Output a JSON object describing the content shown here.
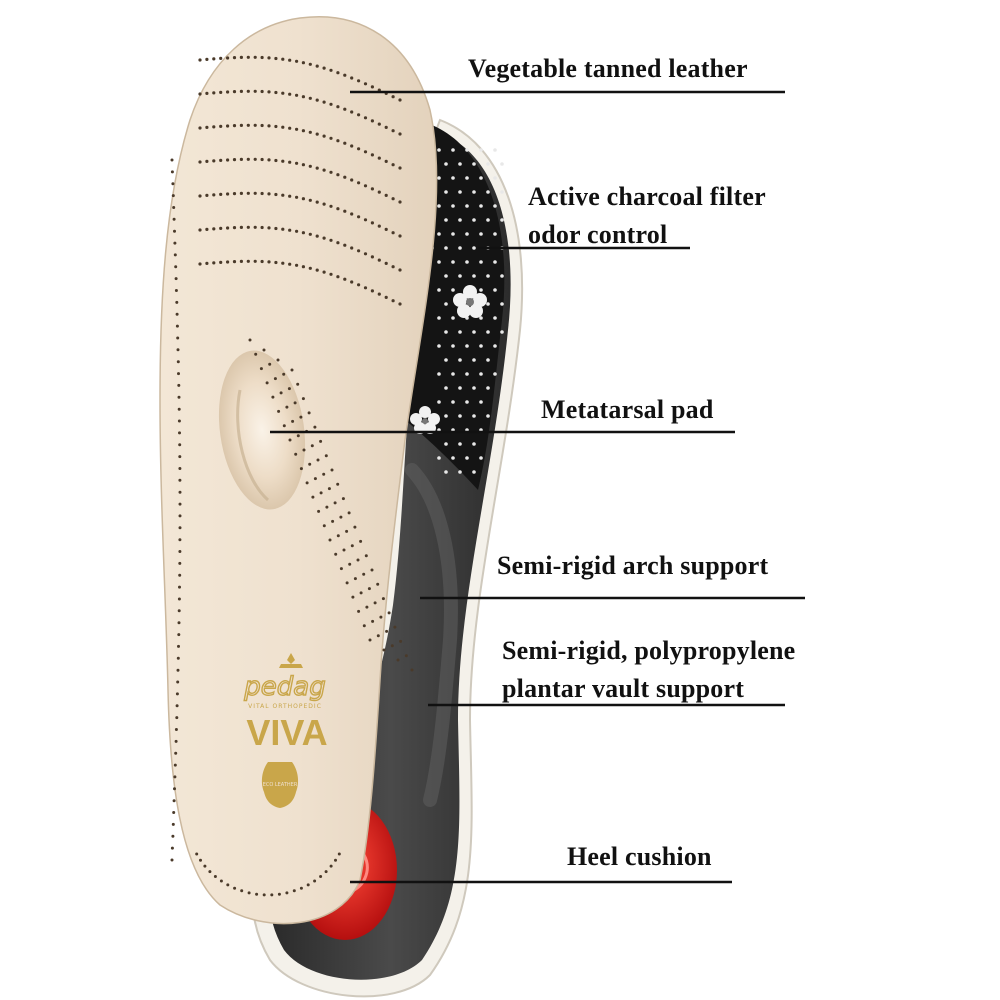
{
  "colors": {
    "background": "#ffffff",
    "leather": "#eedfcc",
    "black_layer": "#1a1a1a",
    "shell": "#3a3a3a",
    "heel_cushion": "#d81b1b",
    "leader_line": "#111111",
    "logo_gold": "#c9a64a"
  },
  "product": {
    "brand_logo": "pedag",
    "logo_tagline": "VITAL ORTHOPEDIC",
    "model_logo": "VIVA",
    "leather_seal": "ECO LEATHER"
  },
  "labels": {
    "vegetable_leather": "Vegetable tanned leather",
    "charcoal_filter": [
      "Active charcoal filter",
      "odor control"
    ],
    "metatarsal_pad": "Metatarsal pad",
    "arch_support": "Semi-rigid arch support",
    "plantar_vault": [
      "Semi-rigid, polypropylene",
      "plantar vault support"
    ],
    "heel_cushion": "Heel cushion"
  }
}
